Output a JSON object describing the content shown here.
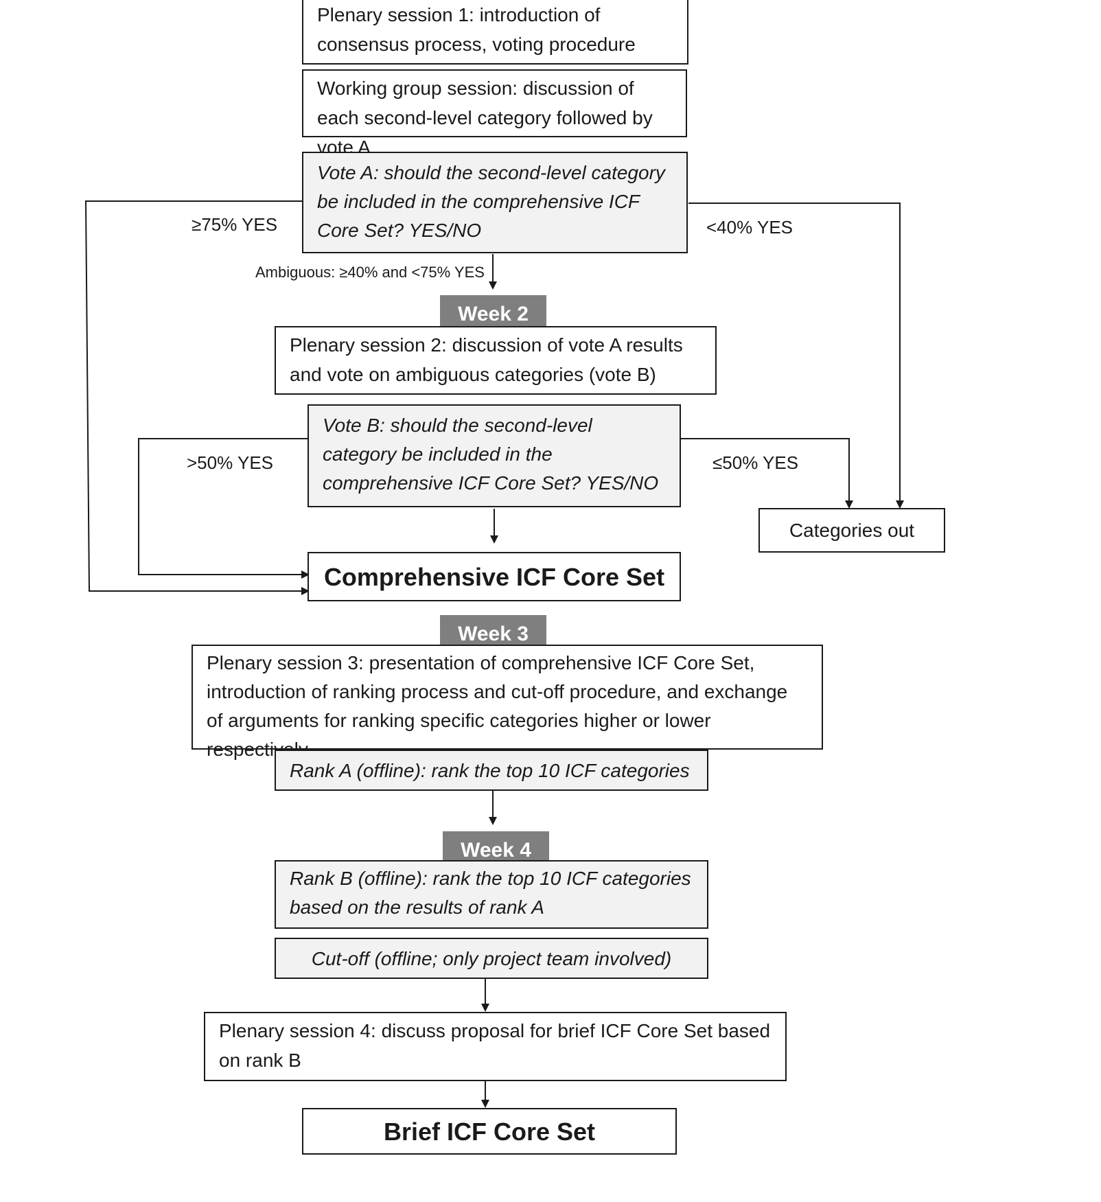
{
  "weeks": {
    "week2": "Week 2",
    "week3": "Week 3",
    "week4": "Week 4"
  },
  "plenary1": "Plenary session 1: introduction of consensus process, voting procedure",
  "working_group": "Working group session: discussion of each second-level category followed by vote A",
  "vote_a": "Vote A: should the second-level category be included in the comprehensive ICF Core Set?  YES/NO",
  "labels": {
    "vote_a_yes": "≥75% YES",
    "vote_a_no": "<40% YES",
    "ambiguous": "Ambiguous: ≥40% and <75% YES",
    "vote_b_yes": ">50% YES",
    "vote_b_no": "≤50% YES"
  },
  "plenary2": "Plenary session 2: discussion of vote A results and vote on ambiguous categories (vote B)",
  "vote_b": "Vote B: should the second-level category be included in the comprehensive ICF Core Set? YES/NO",
  "categories_out": "Categories out",
  "comprehensive": "Comprehensive ICF Core Set",
  "plenary3": "Plenary session 3: presentation of comprehensive ICF Core Set, introduction of ranking process and cut-off procedure, and exchange of arguments for ranking specific categories higher or lower respectively",
  "rank_a": "Rank A (offline): rank the top 10 ICF categories",
  "rank_b": "Rank B (offline): rank the top 10 ICF categories based on the results of rank A",
  "cutoff": "Cut-off (offline; only project team involved)",
  "plenary4": "Plenary session 4: discuss proposal for brief ICF Core Set based on rank B",
  "brief": "Brief ICF Core Set"
}
